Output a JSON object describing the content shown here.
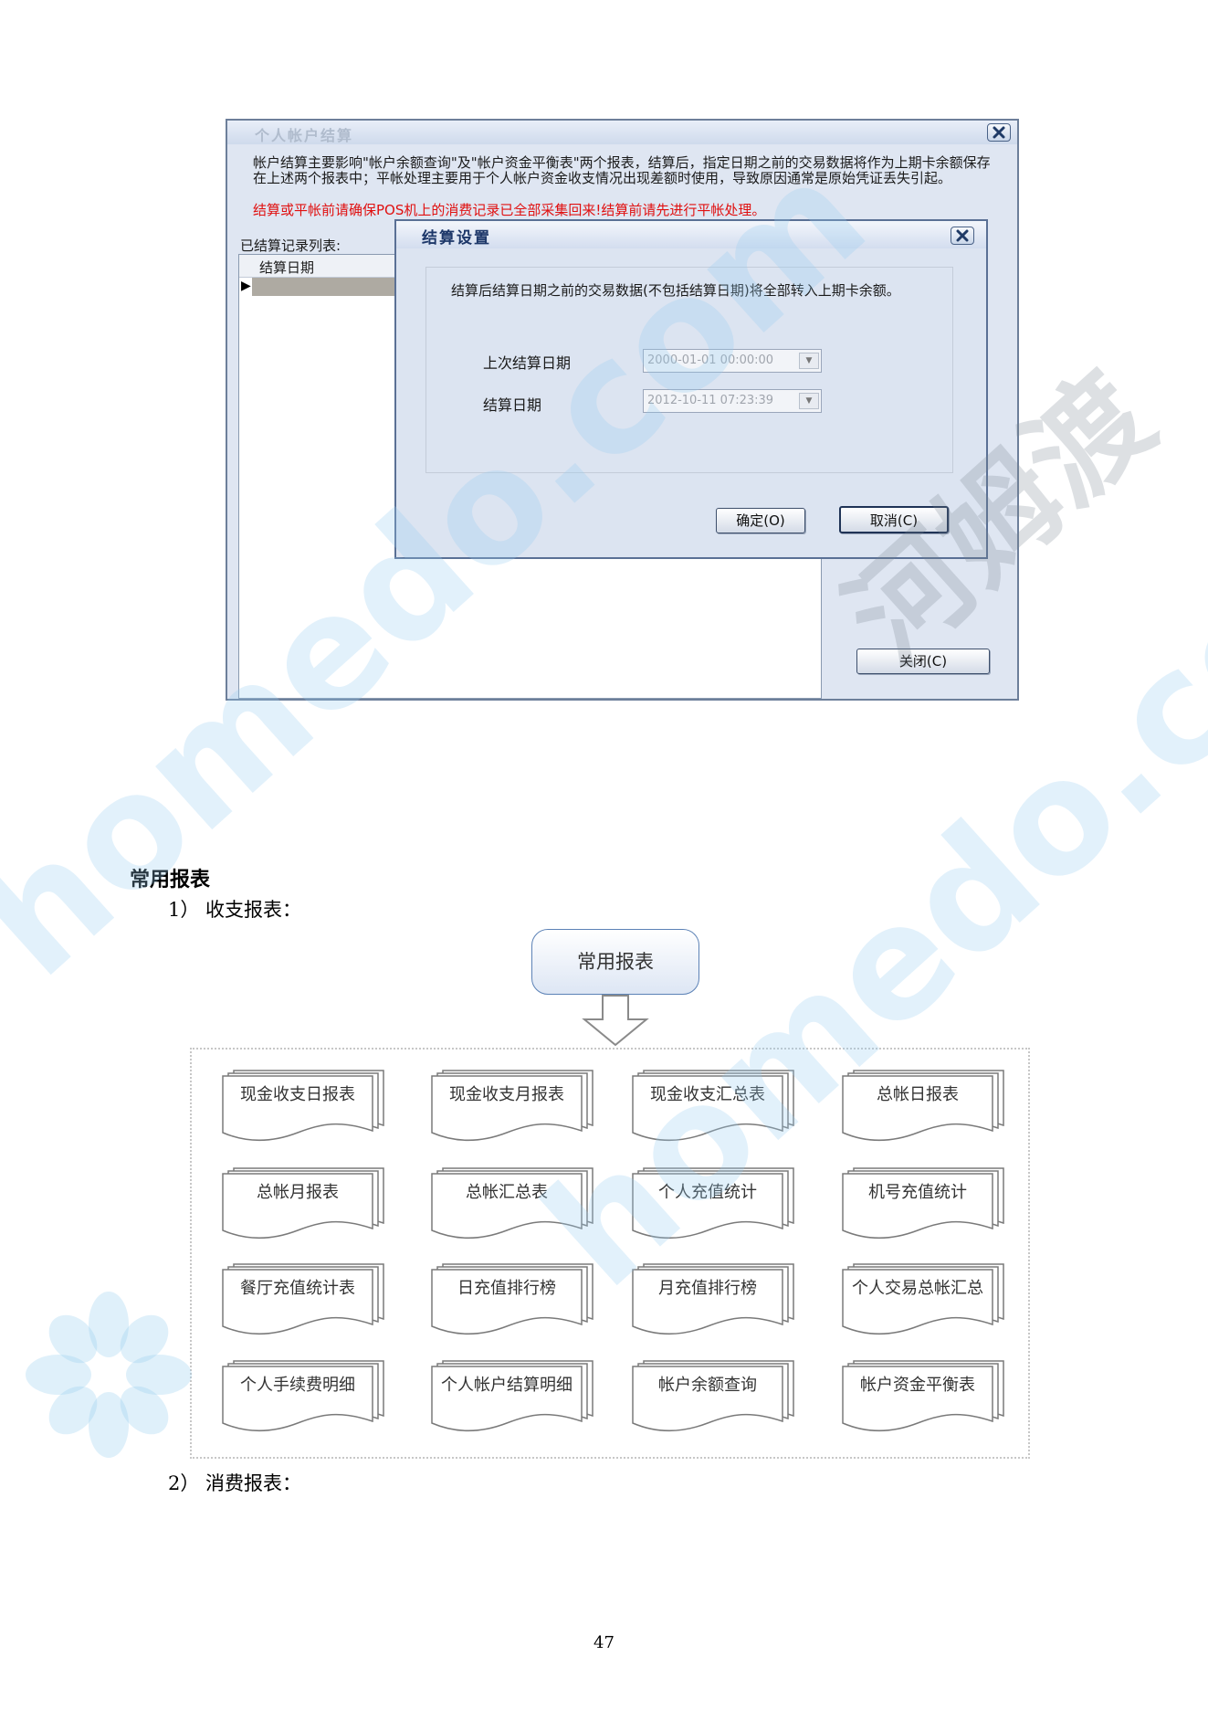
{
  "window": {
    "title": "个人帐户结算",
    "description": "帐户结算主要影响\"帐户余额查询\"及\"帐户资金平衡表\"两个报表，结算后，指定日期之前的交易数据将作为上期卡余额保存在上述两个报表中；平帐处理主要用于个人帐户资金收支情况出现差额时使用，导致原因通常是原始凭证丢失引起。",
    "warning": "结算或平帐前请确保POS机上的消费记录已全部采集回来!结算前请先进行平帐处理。",
    "list_label": "已结算记录列表:",
    "list_column": "结算日期",
    "close_button": "关闭(C)"
  },
  "dialog": {
    "title": "结算设置",
    "text": "结算后结算日期之前的交易数据(不包括结算日期)将全部转入上期卡余额。",
    "last_date_label": "上次结算日期",
    "last_date_value": "2000-01-01 00:00:00",
    "date_label": "结算日期",
    "date_value": "2012-10-11 07:23:39",
    "ok_button": "确定(O)",
    "cancel_button": "取消(C)"
  },
  "doc": {
    "heading": "常用报表",
    "item1": "1） 收支报表：",
    "item2": "2） 消费报表：",
    "page_number": "47"
  },
  "flowchart": {
    "root": "常用报表",
    "reports": [
      "现金收支日报表",
      "现金收支月报表",
      "现金收支汇总表",
      "总帐日报表",
      "总帐月报表",
      "总帐汇总表",
      "个人充值统计",
      "机号充值统计",
      "餐厅充值统计表",
      "日充值排行榜",
      "月充值排行榜",
      "个人交易总帐汇总",
      "个人手续费明细",
      "个人帐户结算明细",
      "帐户余额查询",
      "帐户资金平衡表"
    ]
  },
  "watermark": {
    "domain": "homedo.com",
    "brand": "河姆渡",
    "color": "#96cdf0"
  }
}
